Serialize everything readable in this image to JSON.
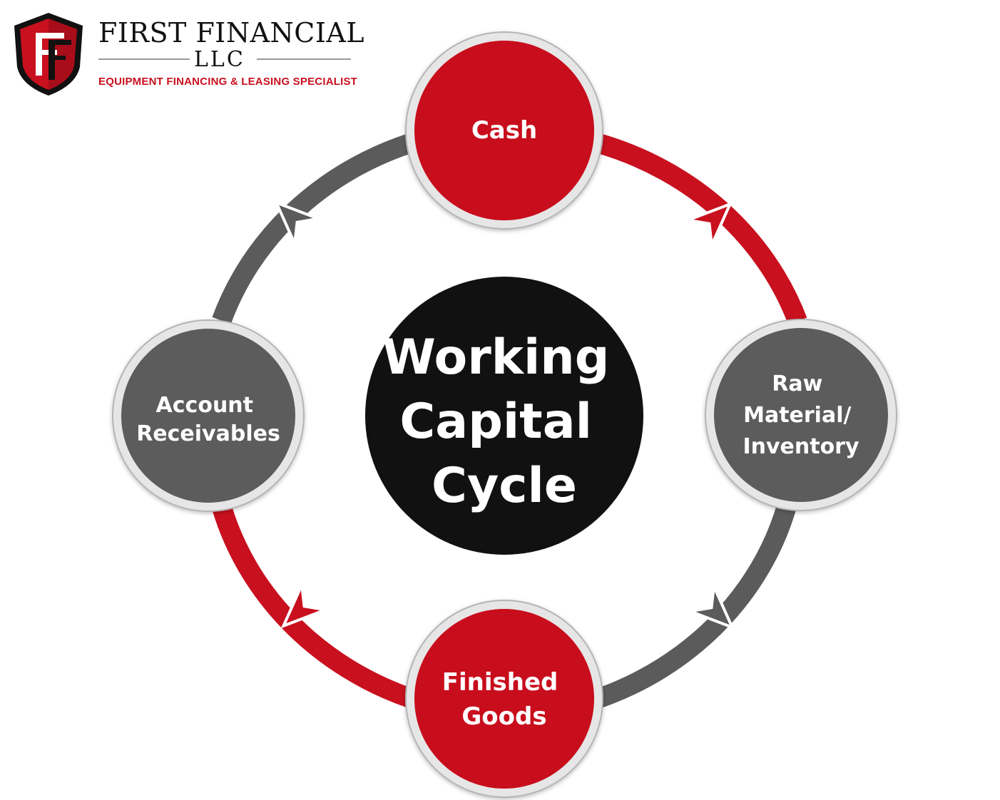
{
  "logo": {
    "name": "FIRST FINANCIAL",
    "suffix": "LLC",
    "tagline": "EQUIPMENT FINANCING & LEASING SPECIALIST"
  },
  "center": {
    "lines": [
      "Working",
      "Capital",
      "Cycle"
    ]
  },
  "nodes": {
    "cash": {
      "lines": [
        "Cash"
      ]
    },
    "raw_material": {
      "lines": [
        "Raw",
        "Material/",
        "Inventory"
      ]
    },
    "finished_goods": {
      "lines": [
        "Finished",
        "Goods"
      ]
    },
    "account_receivables": {
      "lines": [
        "Account",
        "Receivables"
      ]
    }
  },
  "colors": {
    "red": "#c8101e",
    "gray": "#5b5b5b",
    "black": "#111111",
    "ring": "#d4d4d4",
    "text": "#ffffff"
  }
}
